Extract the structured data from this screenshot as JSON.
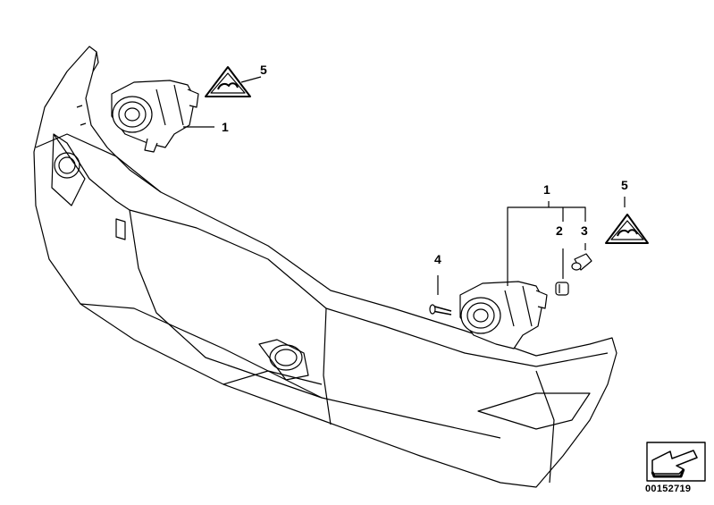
{
  "diagram": {
    "callouts": [
      {
        "id": "callout-5-top",
        "text": "5"
      },
      {
        "id": "callout-1-top",
        "text": "1"
      },
      {
        "id": "callout-1-right",
        "text": "1"
      },
      {
        "id": "callout-5-right",
        "text": "5"
      },
      {
        "id": "callout-2",
        "text": "2"
      },
      {
        "id": "callout-3",
        "text": "3"
      },
      {
        "id": "callout-4",
        "text": "4"
      }
    ],
    "diagram_number": "00152719",
    "icons": [
      "fog-light",
      "warning-triangle-label",
      "bulb",
      "screw",
      "direction-arrow"
    ]
  }
}
